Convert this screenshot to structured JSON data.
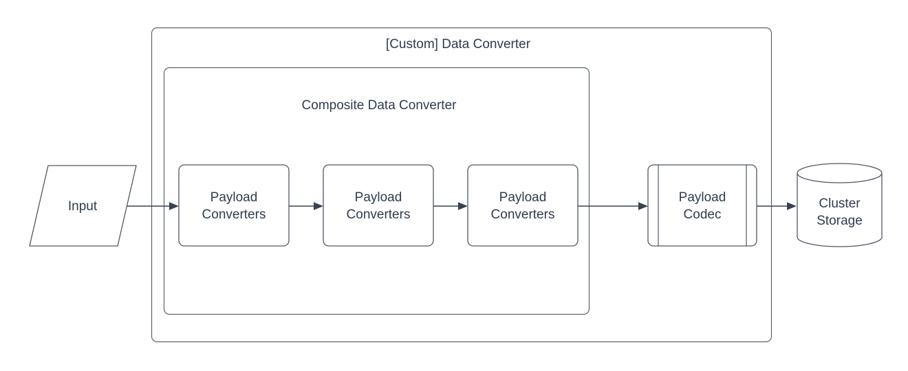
{
  "diagram": {
    "type": "flowchart",
    "outer_container": {
      "label": "[Custom] Data Converter"
    },
    "inner_container": {
      "label": "Composite Data Converter"
    },
    "nodes": [
      {
        "id": "input",
        "shape": "parallelogram",
        "lines": [
          "Input"
        ]
      },
      {
        "id": "payload-converters-1",
        "shape": "rounded-rectangle",
        "lines": [
          "Payload",
          "Converters"
        ]
      },
      {
        "id": "payload-converters-2",
        "shape": "rounded-rectangle",
        "lines": [
          "Payload",
          "Converters"
        ]
      },
      {
        "id": "payload-converters-3",
        "shape": "rounded-rectangle",
        "lines": [
          "Payload",
          "Converters"
        ]
      },
      {
        "id": "payload-codec",
        "shape": "predefined-process",
        "lines": [
          "Payload",
          "Codec"
        ]
      },
      {
        "id": "cluster-storage",
        "shape": "cylinder",
        "lines": [
          "Cluster",
          "Storage"
        ]
      }
    ],
    "edges": [
      {
        "from": "input",
        "to": "payload-converters-1"
      },
      {
        "from": "payload-converters-1",
        "to": "payload-converters-2"
      },
      {
        "from": "payload-converters-2",
        "to": "payload-converters-3"
      },
      {
        "from": "payload-converters-3",
        "to": "payload-codec"
      },
      {
        "from": "payload-codec",
        "to": "cluster-storage"
      }
    ],
    "colors": {
      "shape_stroke": "#4d5765",
      "container_stroke": "#5b6470",
      "connector": "#39424f",
      "text": "#2f3b4d",
      "background": "#ffffff"
    }
  }
}
